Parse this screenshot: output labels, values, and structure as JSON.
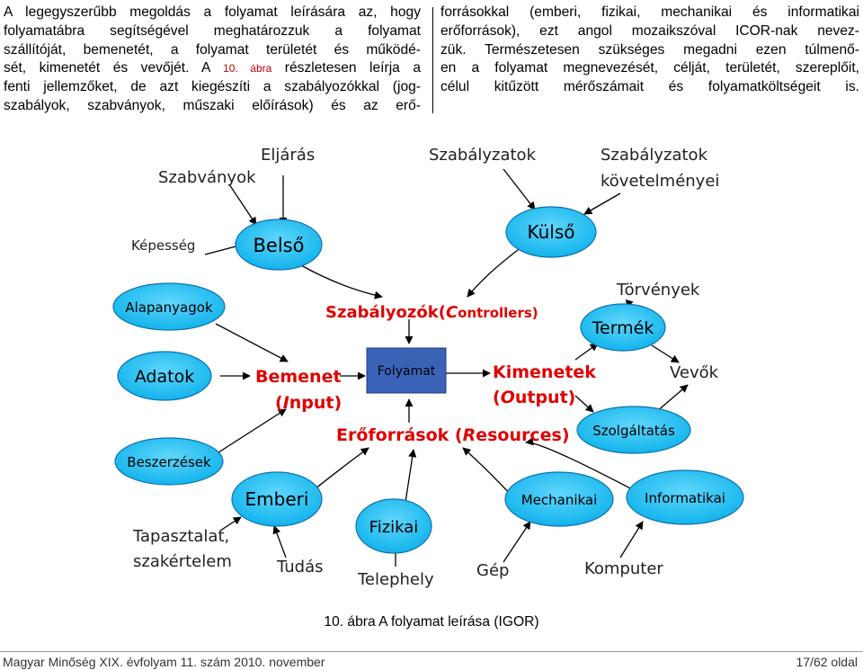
{
  "left_column": {
    "lines": [
      "A legegyszerűbb megoldás a folyamat leírására az, hogy",
      "folyamatábra segítségével meghatározzuk a folyamat",
      "szállítóját, bemenetét, a folyamat területét és működé-",
      "sét, kimenetét és vevőjét. A ",
      "fenti jellemzőket, de azt kiegészíti a szabályozókkal (jog-",
      "szabályok, szabványok, műszaki előírások) és az erő-"
    ],
    "figref_num": "10.",
    "figref_word": "ábra",
    "line4_rest": " részletesen leírja a"
  },
  "right_column": {
    "lines": [
      "forrásokkal (emberi, fizikai, mechanikai és informatikai",
      "erőforrások), ezt angol mozaikszóval ICOR-nak nevez-",
      "zük. Természetesen szükséges megadni ezen túlmenő-",
      "en a folyamat megnevezését, célját, területét, szereplőit,",
      "célul kitűzött mérőszámait és folyamatköltségeit is."
    ]
  },
  "diagram": {
    "process": "Folyamat",
    "controllers": {
      "main": "Szabályozók(",
      "c": "C",
      "rest": "ontrollers)"
    },
    "input": {
      "word": "Bemenet",
      "paren_open": "(",
      "i": "I",
      "rest": "nput)"
    },
    "output": {
      "word": "Kimenetek",
      "paren_open": "(",
      "o": "O",
      "rest": "utput)"
    },
    "resources": {
      "word": "Erőforrások (",
      "r": "R",
      "rest": "esources)"
    },
    "nodes": {
      "belso": "Belső",
      "kulso": "Külső",
      "alapanyagok": "Alapanyagok",
      "adatok": "Adatok",
      "beszerzesek": "Beszerzések",
      "termek": "Termék",
      "szolgaltatas": "Szolgáltatás",
      "emberi": "Emberi",
      "fizikai": "Fizikai",
      "mechanikai": "Mechanikai",
      "informatikai": "Informatikai"
    },
    "labels": {
      "eljaras": "Eljárás",
      "szabvanyok": "Szabványok",
      "kepesseg": "Képesség",
      "szabalyzatok": "Szabályzatok",
      "szab_kov_1": "Szabályzatok",
      "szab_kov_2": "követelményei",
      "torvenyek": "Törvények",
      "vevok": "Vevők",
      "tapasztalat_1": "Tapasztalat,",
      "tapasztalat_2": "szakértelem",
      "tudas": "Tudás",
      "telephely": "Telephely",
      "gep": "Gép",
      "komputer": "Komputer"
    },
    "colors": {
      "ellipse_fill": "#1fc0f2",
      "ellipse_stroke": "#1060a0",
      "process_fill": "#3a63b8",
      "red_text": "#e00000",
      "arrow": "#000000"
    }
  },
  "caption": "10. ábra A folyamat leírása (IGOR)",
  "footer": {
    "left": "Magyar Minőség XIX. évfolyam 11. szám 2010. november",
    "right": "17/62 oldal"
  }
}
